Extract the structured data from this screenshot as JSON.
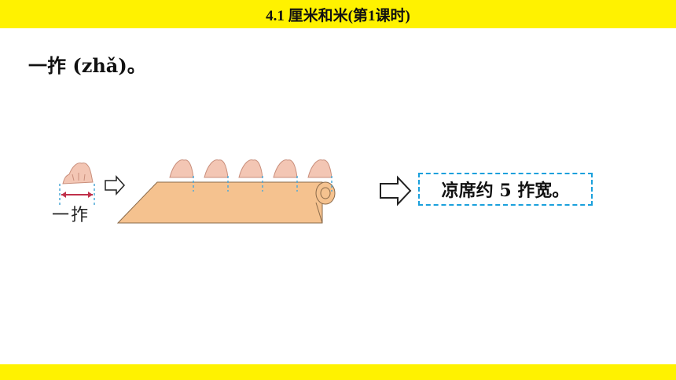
{
  "header": {
    "title": "4.1 厘米和米(第1课时)"
  },
  "main": {
    "heading": "一拃 (zhǎ)。",
    "hand_label": "一拃",
    "result": "凉席约 5 拃宽。"
  },
  "colors": {
    "bar": "#fff200",
    "mat": "#f5c28f",
    "skin": "#f3c6b4",
    "measure_line": "#c0304a",
    "dashed_box": "#1aa0dc",
    "guide": "#4fa8d6"
  },
  "icons": [
    "right-arrow-icon",
    "hand-icon"
  ]
}
